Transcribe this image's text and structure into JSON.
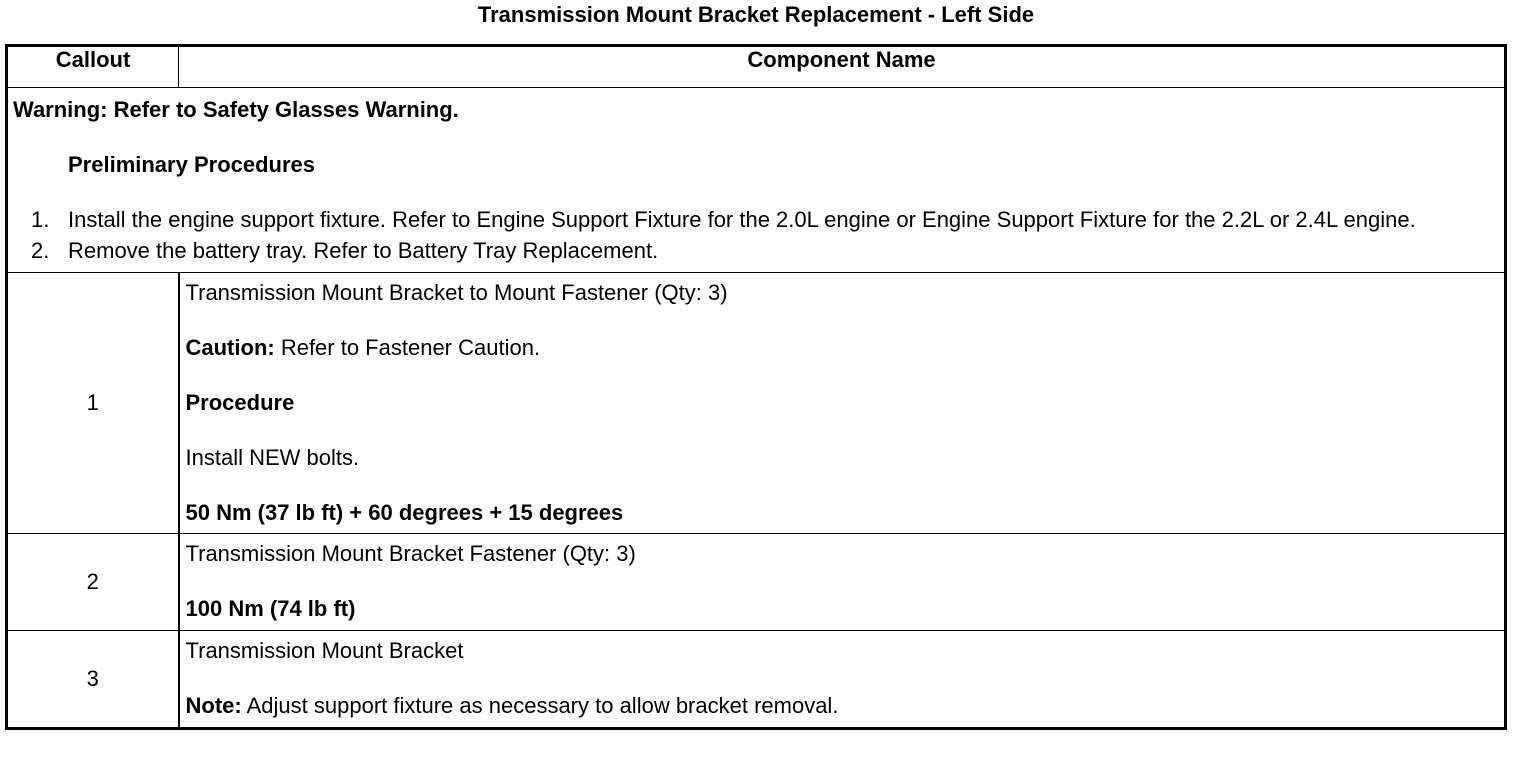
{
  "title": "Transmission Mount Bracket Replacement - Left Side",
  "headers": {
    "callout": "Callout",
    "component": "Component Name"
  },
  "prelim": {
    "warning": "Warning: Refer to Safety Glasses Warning.",
    "heading": "Preliminary Procedures",
    "steps": [
      {
        "num": "1.",
        "text": "Install the engine support fixture. Refer to Engine Support Fixture for the 2.0L engine or Engine Support Fixture for the 2.2L or 2.4L engine."
      },
      {
        "num": "2.",
        "text": "Remove the battery tray. Refer to Battery Tray Replacement."
      }
    ]
  },
  "rows": [
    {
      "callout": "1",
      "name": "Transmission Mount Bracket to Mount Fastener (Qty: 3)",
      "caution_label": "Caution:",
      "caution_text": " Refer to Fastener Caution.",
      "procedure_label": "Procedure",
      "instruction": "Install NEW bolts.",
      "torque": "50 Nm (37 lb ft) + 60 degrees + 15 degrees"
    },
    {
      "callout": "2",
      "name": "Transmission Mount Bracket Fastener (Qty: 3)",
      "torque": "100 Nm (74 lb ft)"
    },
    {
      "callout": "3",
      "name": "Transmission Mount Bracket",
      "note_label": "Note:",
      "note_text": " Adjust support fixture as necessary to allow bracket removal."
    }
  ]
}
